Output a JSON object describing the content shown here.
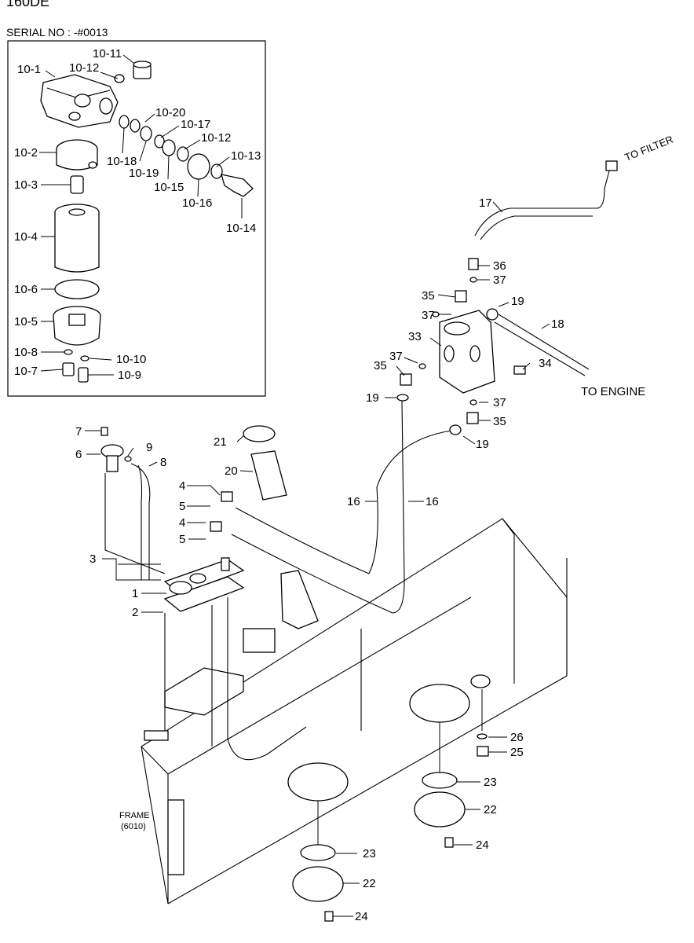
{
  "header": {
    "model": "160DE",
    "serial": "SERIAL NO : -#0013"
  },
  "inset_labels": [
    "10-11",
    "10-1",
    "10-12",
    "10-20",
    "10-17",
    "10-12",
    "10-13",
    "10-2",
    "10-18",
    "10-19",
    "10-15",
    "10-16",
    "10-3",
    "10-14",
    "10-4",
    "10-6",
    "10-5",
    "10-8",
    "10-10",
    "10-7",
    "10-9"
  ],
  "main_labels": [
    "17",
    "36",
    "37",
    "35",
    "19",
    "18",
    "37",
    "33",
    "37",
    "35",
    "34",
    "19",
    "37",
    "35",
    "19",
    "7",
    "6",
    "9",
    "8",
    "21",
    "20",
    "4",
    "5",
    "4",
    "5",
    "16",
    "16",
    "3",
    "1",
    "2",
    "26",
    "25",
    "23",
    "22",
    "24",
    "23",
    "22",
    "24"
  ],
  "notes": {
    "to_filter": "TO FILTER",
    "to_engine": "TO ENGINE",
    "frame": "FRAME",
    "frame_code": "(6010)"
  }
}
